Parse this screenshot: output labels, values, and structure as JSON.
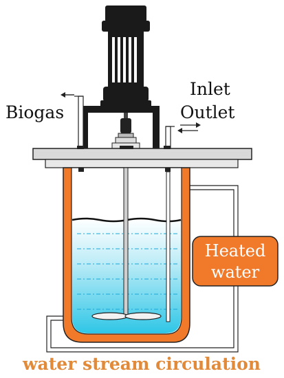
{
  "labels": {
    "biogas": "Biogas",
    "inlet": "Inlet",
    "outlet": "Outlet",
    "heated_line1": "Heated",
    "heated_line2": "water",
    "circulation": "water stream circulation"
  },
  "colors": {
    "jacket": "#f07a2a",
    "jacket_stroke": "#222222",
    "liquid_top": "#ffffff",
    "liquid_bottom": "#2fc6e6",
    "lid": "#d9d9d9",
    "motor": "#1a1a1a",
    "heated_box": "#f07a2a",
    "circulation_text": "#e08a3a",
    "dashes": "#1aa7d8"
  },
  "icons": {
    "biogas_arrow": "arrow-left-icon",
    "port_arrows": "double-arrow-icon"
  }
}
